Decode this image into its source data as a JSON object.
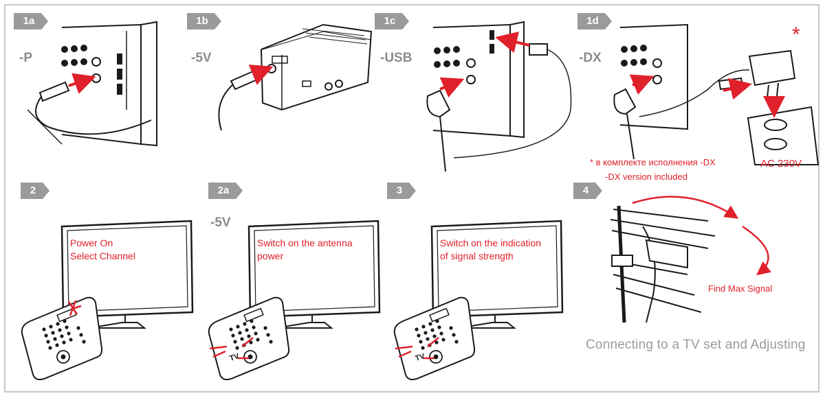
{
  "steps": [
    {
      "badge": "1a",
      "variant": "-P"
    },
    {
      "badge": "1b",
      "variant": "-5V"
    },
    {
      "badge": "1c",
      "variant": "-USB"
    },
    {
      "badge": "1d",
      "variant": "-DX"
    },
    {
      "badge": "2",
      "screen_lines": [
        "Power On",
        "Select Channel"
      ]
    },
    {
      "badge": "2a",
      "variant": "-5V",
      "screen_lines": [
        "Switch on the antenna",
        "power"
      ]
    },
    {
      "badge": "3",
      "screen_lines": [
        "Switch on the indication",
        "of signal strength"
      ]
    },
    {
      "badge": "4",
      "caption": "Find Max Signal"
    }
  ],
  "dx_note": {
    "asterisk": "*",
    "ru": "* в комплекте исполнения -DX",
    "en": "-DX version included",
    "voltage": "AC 230V"
  },
  "remote_logo": "TV",
  "footer_title": "Connecting to a TV set and Adjusting",
  "colors": {
    "accent": "#e0202a",
    "badge": "#9a9a9a",
    "line": "#1a1a1a",
    "label": "#8c8c8c"
  }
}
